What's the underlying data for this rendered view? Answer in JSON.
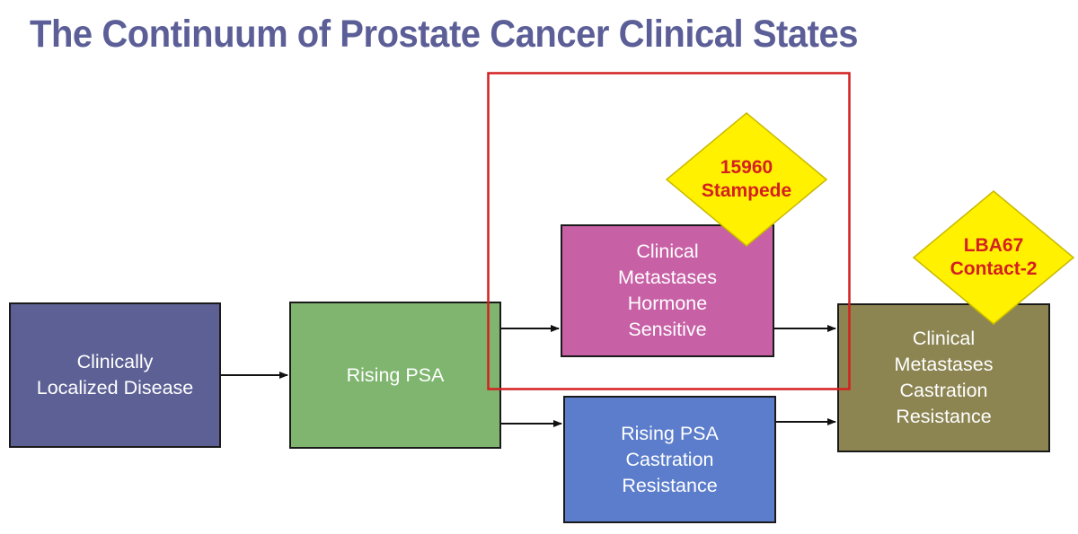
{
  "slide": {
    "title": "The Continuum of Prostate Cancer Clinical States"
  },
  "states": {
    "localized": "Clinically\nLocalized Disease",
    "rising_psa": "Rising PSA",
    "hormone_sensitive": "Clinical\nMetastases\nHormone\nSensitive",
    "rising_psa_castration": "Rising PSA\nCastration\nResistance",
    "castration_resistance": "Clinical\nMetastases\nCastration\nResistance"
  },
  "badges": {
    "stampede": "15960\nStampede",
    "contact": "LBA67\nContact-2"
  },
  "colors": {
    "title": "#5c5f97",
    "localized": "#5c6094",
    "rising_psa": "#7fb56f",
    "hormone_sensitive": "#c860a6",
    "rising_psa_castration": "#5b7dcb",
    "castration_resistance": "#8c8552",
    "highlight_frame": "#d42020",
    "badge_fill": "#fff100",
    "badge_text": "#d42020"
  }
}
